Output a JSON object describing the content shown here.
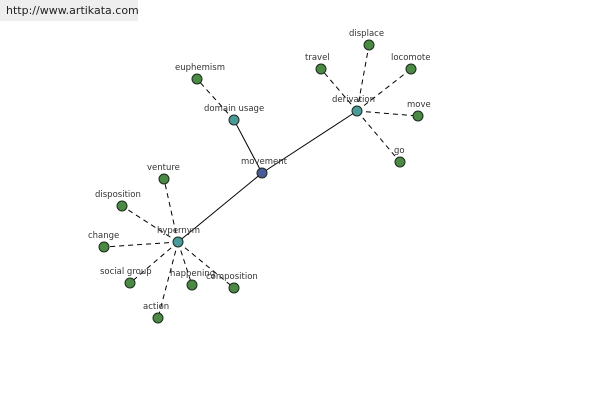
{
  "banner": {
    "url": "http://www.artikata.com"
  },
  "graph": {
    "colors": {
      "root": "#4a5a9a",
      "relation": "#4a9a9a",
      "leaf": "#4a8a44",
      "stroke": "#1e2a1e",
      "edge": "#000000"
    },
    "root": {
      "id": "movement",
      "label": "movement"
    },
    "relations": [
      {
        "id": "hypernym",
        "label": "hypernym"
      },
      {
        "id": "domain_usage",
        "label": "domain usage"
      },
      {
        "id": "derivation",
        "label": "derivation"
      }
    ],
    "leaves": [
      {
        "id": "euphemism",
        "label": "euphemism",
        "parent": "domain_usage"
      },
      {
        "id": "travel",
        "label": "travel",
        "parent": "derivation"
      },
      {
        "id": "displace",
        "label": "displace",
        "parent": "derivation"
      },
      {
        "id": "locomote",
        "label": "locomote",
        "parent": "derivation"
      },
      {
        "id": "move",
        "label": "move",
        "parent": "derivation"
      },
      {
        "id": "go",
        "label": "go",
        "parent": "derivation"
      },
      {
        "id": "venture",
        "label": "venture",
        "parent": "hypernym"
      },
      {
        "id": "disposition",
        "label": "disposition",
        "parent": "hypernym"
      },
      {
        "id": "change",
        "label": "change",
        "parent": "hypernym"
      },
      {
        "id": "social_group",
        "label": "social group",
        "parent": "hypernym"
      },
      {
        "id": "happening",
        "label": "happening",
        "parent": "hypernym"
      },
      {
        "id": "composition",
        "label": "composition",
        "parent": "hypernym"
      },
      {
        "id": "action",
        "label": "action",
        "parent": "hypernym"
      }
    ]
  }
}
